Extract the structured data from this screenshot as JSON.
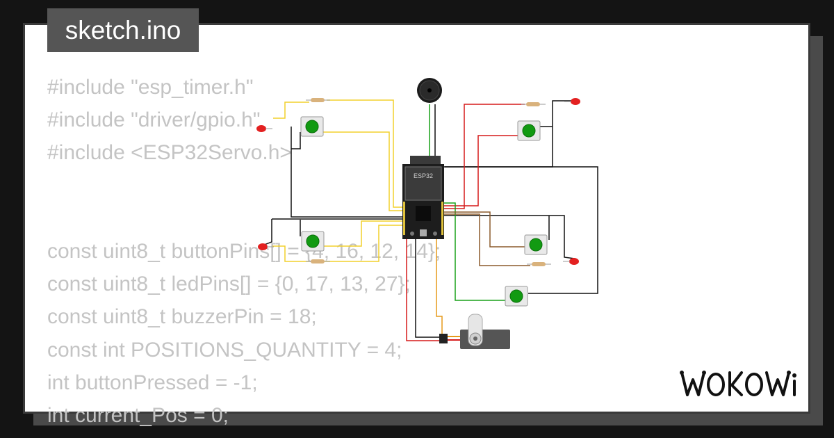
{
  "file_tab": {
    "label": "sketch.ino"
  },
  "code_lines": [
    "#include \"esp_timer.h\"",
    "#include \"driver/gpio.h\"",
    "#include <ESP32Servo.h>",
    "",
    "",
    "const uint8_t buttonPins[] = {4, 16, 12, 14};",
    "const uint8_t ledPins[] = {0, 17, 13, 27};",
    "const uint8_t buzzerPin = 18;",
    "const int POSITIONS_QUANTITY = 4;",
    "int buttonPressed = -1;",
    "int current_Pos = 0;"
  ],
  "circuit": {
    "board_label": "ESP32",
    "components": [
      "esp32-devkit",
      "buzzer",
      "pushbutton",
      "pushbutton",
      "pushbutton",
      "pushbutton",
      "pushbutton",
      "led",
      "led",
      "led",
      "led",
      "resistor",
      "resistor",
      "resistor",
      "resistor",
      "servo"
    ]
  },
  "brand": {
    "logo_text": "WOKWi"
  },
  "colors": {
    "background": "#141414",
    "card": "#ffffff",
    "tab": "#555555",
    "code_text": "#c4c4c4",
    "button_green": "#129a12",
    "led_red": "#e32020",
    "wire_yellow": "#f2d02b",
    "wire_red": "#d61a1a",
    "wire_green": "#18a018",
    "wire_black": "#111111",
    "wire_brown": "#8b5a2b",
    "wire_orange": "#e69a1a"
  }
}
